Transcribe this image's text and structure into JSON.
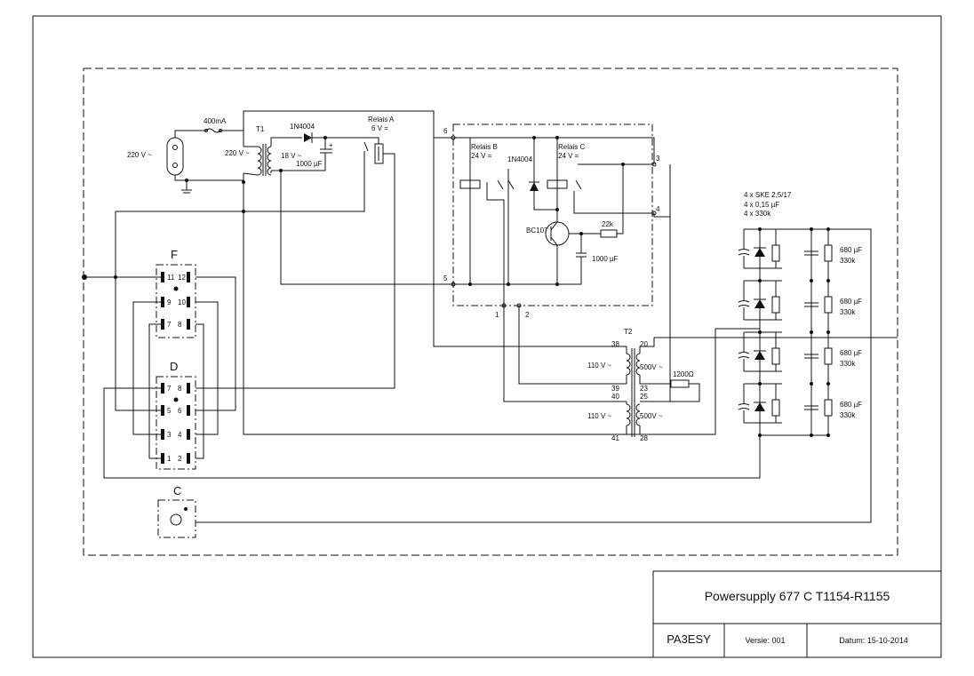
{
  "title_block": {
    "title": "Powersupply 677 C  T1154-R1155",
    "author": "PA3ESY",
    "version": "Versie: 001",
    "date": "Datum: 15-10-2014"
  },
  "labels": {
    "mains": "220 V ~",
    "fuse": "400mA",
    "t1": "T1",
    "t1_primary": "220 V ~",
    "diode1": "1N4004",
    "t1_secondary": "18 V ~",
    "cap1": "1000 µF",
    "relay_a": "Relais A",
    "relay_a_v": "6 V =",
    "relay_b": "Relais B",
    "relay_b_v": "24 V =",
    "diode2": "1N4004",
    "relay_c": "Relais C",
    "relay_c_v": "24 V =",
    "transistor": "BC107",
    "r22k": "22k",
    "cap2": "1000 µF",
    "t2": "T2",
    "t2_p1": "110 V ~",
    "t2_s1": "500V ~",
    "t2_p2": "110 V ~",
    "t2_s2": "500V ~",
    "r1200": "1200Ω",
    "rect_spec1": "4 x SKE 2,5/17",
    "rect_spec2": "4 x 0,15 µF",
    "rect_spec3": "4 x 330k",
    "cap_680": "680 µF",
    "r_330k": "330k",
    "conn_f": "F",
    "conn_d": "D",
    "conn_c": "C",
    "term6": "6",
    "term5": "5",
    "term3": "3",
    "term4": "4",
    "term1": "1",
    "term2": "2",
    "pin38": "38",
    "pin39": "39",
    "pin40": "40",
    "pin41": "41",
    "pin20": "20",
    "pin23": "23",
    "pin25": "25",
    "pin28": "28",
    "f_11": "11",
    "f_12": "12",
    "f_9": "9",
    "f_10": "10",
    "f_7": "7",
    "f_8": "8",
    "d_7": "7",
    "d_8": "8",
    "d_5": "5",
    "d_6": "6",
    "d_3": "3",
    "d_4": "4",
    "d_1": "1",
    "d_2": "2"
  }
}
